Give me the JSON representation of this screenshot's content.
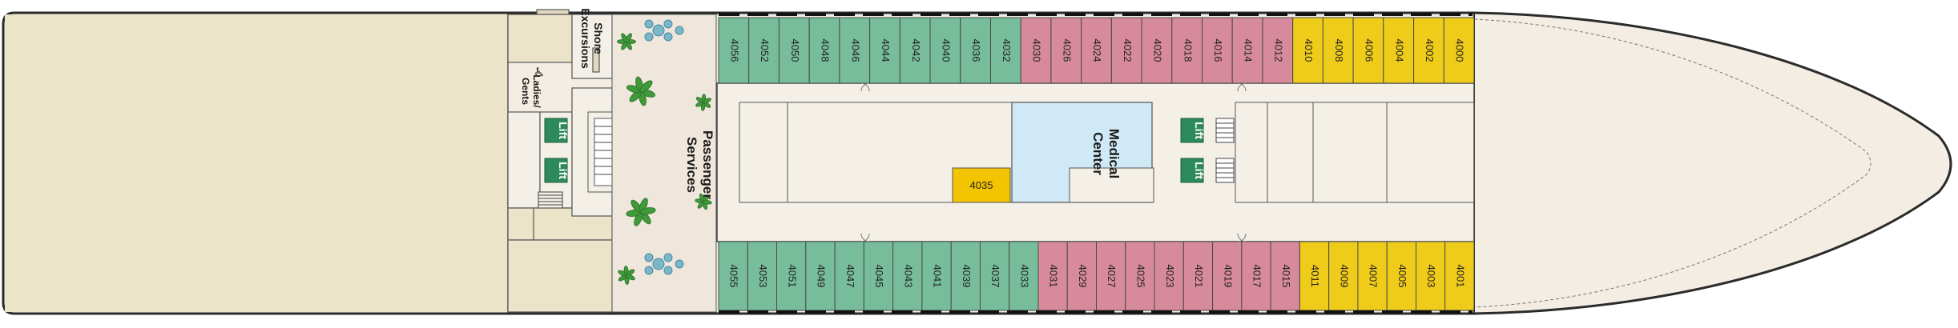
{
  "colors": {
    "hull": "#f3ede3",
    "hull_stroke": "#2b2b2b",
    "deck_stern": "#ece4c8",
    "corridor": "#f4f0e8",
    "green": "#77bd9b",
    "pink": "#d68a9b",
    "yellow": "#f0cc1a",
    "cabin_4035": "#f3c400",
    "medical": "#cfe9f6",
    "lift": "#2d8a5a",
    "purple": "#cbb8d4",
    "palm": "#3f9a3a",
    "seats": "#7ab7c9"
  },
  "labels": {
    "shore_excursions": [
      "Shore",
      "Excursions"
    ],
    "passenger_services": [
      "Passenger",
      "Services"
    ],
    "medical_center": [
      "Medical",
      "Center"
    ],
    "ladies_gents": [
      "Ladies/",
      "Gents"
    ],
    "accessible_icon": "♿",
    "lift": "Lift"
  },
  "cabins": {
    "top": [
      {
        "id": "4056",
        "type": "green"
      },
      {
        "id": "4052",
        "type": "green"
      },
      {
        "id": "4050",
        "type": "green"
      },
      {
        "id": "4048",
        "type": "green"
      },
      {
        "id": "4046",
        "type": "green"
      },
      {
        "id": "4044",
        "type": "green"
      },
      {
        "id": "4042",
        "type": "green"
      },
      {
        "id": "4040",
        "type": "green"
      },
      {
        "id": "4036",
        "type": "green"
      },
      {
        "id": "4032",
        "type": "green"
      },
      {
        "id": "4030",
        "type": "pink"
      },
      {
        "id": "4026",
        "type": "pink"
      },
      {
        "id": "4024",
        "type": "pink"
      },
      {
        "id": "4022",
        "type": "pink"
      },
      {
        "id": "4020",
        "type": "pink"
      },
      {
        "id": "4018",
        "type": "pink"
      },
      {
        "id": "4016",
        "type": "pink"
      },
      {
        "id": "4014",
        "type": "pink"
      },
      {
        "id": "4012",
        "type": "pink"
      },
      {
        "id": "4010",
        "type": "yellow"
      },
      {
        "id": "4008",
        "type": "yellow"
      },
      {
        "id": "4006",
        "type": "yellow"
      },
      {
        "id": "4004",
        "type": "yellow"
      },
      {
        "id": "4002",
        "type": "yellow"
      },
      {
        "id": "4000",
        "type": "yellow"
      }
    ],
    "bottom": [
      {
        "id": "4055",
        "type": "green"
      },
      {
        "id": "4053",
        "type": "green"
      },
      {
        "id": "4051",
        "type": "green"
      },
      {
        "id": "4049",
        "type": "green"
      },
      {
        "id": "4047",
        "type": "green"
      },
      {
        "id": "4045",
        "type": "green"
      },
      {
        "id": "4043",
        "type": "green"
      },
      {
        "id": "4041",
        "type": "green"
      },
      {
        "id": "4039",
        "type": "green"
      },
      {
        "id": "4037",
        "type": "green"
      },
      {
        "id": "4033",
        "type": "green"
      },
      {
        "id": "4031",
        "type": "pink"
      },
      {
        "id": "4029",
        "type": "pink"
      },
      {
        "id": "4027",
        "type": "pink"
      },
      {
        "id": "4025",
        "type": "pink"
      },
      {
        "id": "4023",
        "type": "pink"
      },
      {
        "id": "4021",
        "type": "pink"
      },
      {
        "id": "4019",
        "type": "pink"
      },
      {
        "id": "4017",
        "type": "pink"
      },
      {
        "id": "4015",
        "type": "pink"
      },
      {
        "id": "4011",
        "type": "yellow"
      },
      {
        "id": "4009",
        "type": "yellow"
      },
      {
        "id": "4007",
        "type": "yellow"
      },
      {
        "id": "4005",
        "type": "yellow"
      },
      {
        "id": "4003",
        "type": "yellow"
      },
      {
        "id": "4001",
        "type": "yellow"
      }
    ],
    "center": {
      "id": "4035",
      "type": "cabin_4035"
    }
  }
}
